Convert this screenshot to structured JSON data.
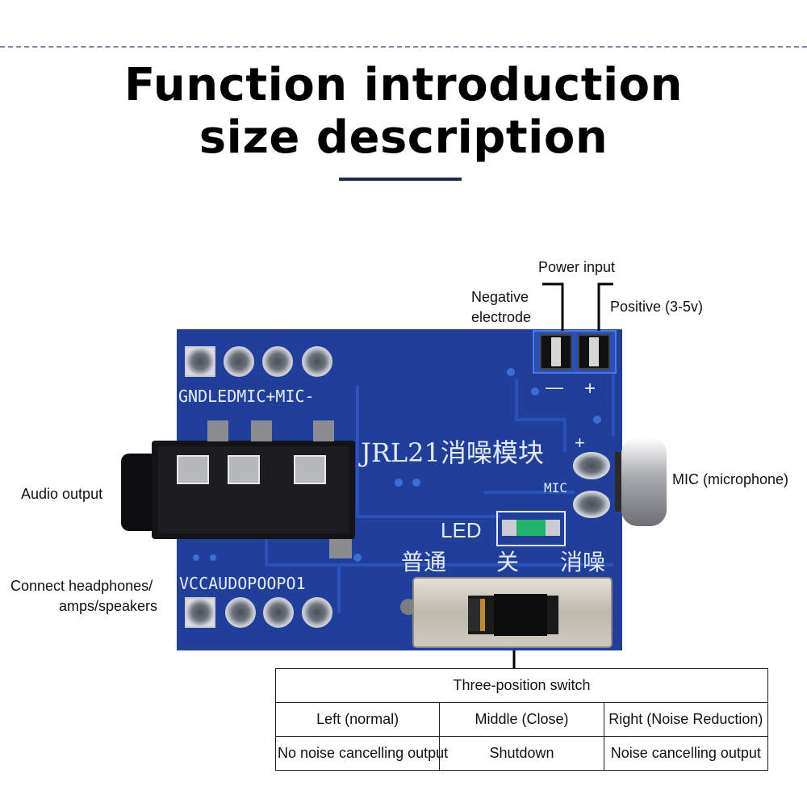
{
  "title": {
    "line1": "Function introduction",
    "line2": "size description"
  },
  "labels": {
    "power_input": "Power input",
    "negative_line1": "Negative",
    "negative_line2": "electrode",
    "positive": "Positive (3-5v)",
    "audio_output": "Audio output",
    "mic": "MIC (microphone)",
    "connect_line1": "Connect headphones/",
    "connect_line2": "amps/speakers"
  },
  "board": {
    "silkscreen_top": "GNDLEDMIC+MIC-",
    "silkscreen_bottom": "VCCAUDOPOOPO1",
    "chip_name": "JRL21消噪模块",
    "mic_label": "MIC",
    "led_label": "LED",
    "switch_left": "普通",
    "switch_middle": "关",
    "switch_right": "消噪",
    "minus": "—",
    "plus": "+",
    "mic_plus": "+",
    "board_color": "#1f3f9a"
  },
  "switch_table": {
    "header": "Three-position switch",
    "columns": [
      "Left (normal)",
      "Middle (Close)",
      "Right (Noise Reduction)"
    ],
    "values": [
      "No noise cancelling output",
      "Shutdown",
      "Noise cancelling output"
    ]
  }
}
